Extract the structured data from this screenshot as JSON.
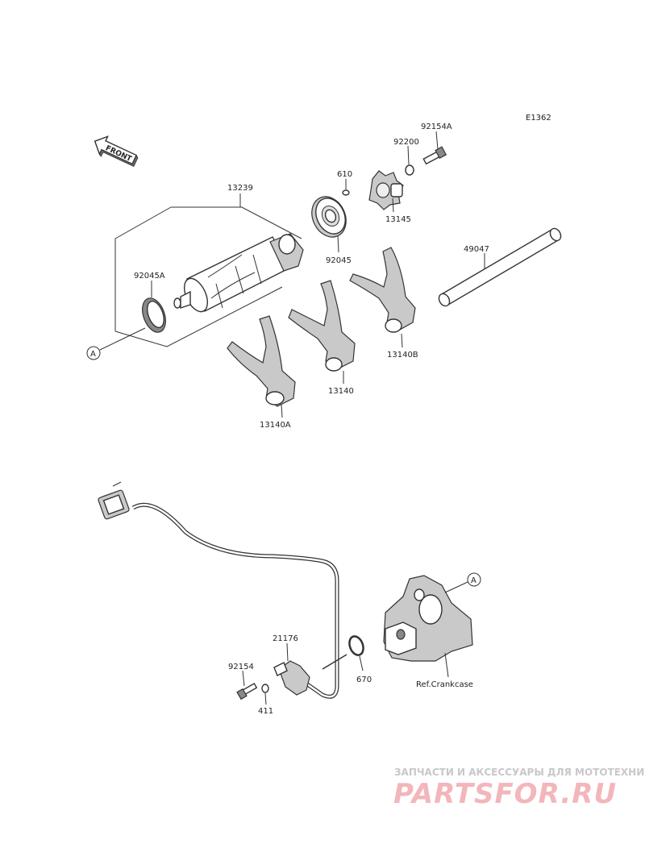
{
  "diagram": {
    "code": "E1362",
    "front_label": "FRONT",
    "ref_marker": "A",
    "parts": {
      "p92154A": "92154A",
      "p92200": "92200",
      "p610": "610",
      "p13145": "13145",
      "p92045": "92045",
      "p13239": "13239",
      "p92045A": "92045A",
      "p49047": "49047",
      "p13140B": "13140B",
      "p13140": "13140",
      "p13140A": "13140A",
      "p21176": "21176",
      "p92154": "92154",
      "p411": "411",
      "p670": "670",
      "ref_crankcase": "Ref.Crankcase"
    }
  },
  "watermark": {
    "tagline": "ЗАПЧАСТИ И АКСЕССУАРЫ ДЛЯ МОТОТЕХНИКИ",
    "brand": "PARTSFOR.RU"
  }
}
